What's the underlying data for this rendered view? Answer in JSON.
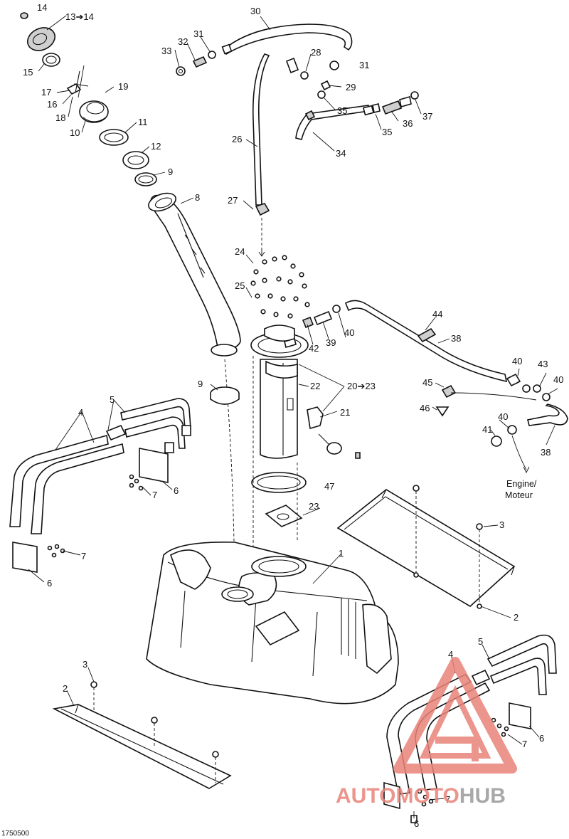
{
  "figure_id": "1750500",
  "engine_label_line1": "Engine/",
  "engine_label_line2": "Moteur",
  "watermark": {
    "part1": "AUTOMOTO",
    "part2": "HUB",
    "color_primary": "#e8837a",
    "color_secondary": "#9a9a9a"
  },
  "callouts": {
    "c14": "14",
    "c13": "13➔14",
    "c15": "15",
    "c17": "17",
    "c16": "16",
    "c18": "18",
    "c19": "19",
    "c10": "10",
    "c11": "11",
    "c12": "12",
    "c9a": "9",
    "c8": "8",
    "c30": "30",
    "c33": "33",
    "c32": "32",
    "c31a": "31",
    "c28": "28",
    "c31b": "31",
    "c29": "29",
    "c35a": "35",
    "c35b": "35",
    "c36": "36",
    "c37": "37",
    "c34": "34",
    "c26": "26",
    "c27": "27",
    "c24": "24",
    "c25": "25",
    "c42": "42",
    "c39": "39",
    "c40a": "40",
    "c44": "44",
    "c38a": "38",
    "c22": "22",
    "c20": "20➔23",
    "c21": "21",
    "c9b": "9",
    "c45": "45",
    "c46": "46",
    "c40b": "40",
    "c43": "43",
    "c40c": "40",
    "c40d": "40",
    "c41": "41",
    "c38b": "38",
    "c4a": "4",
    "c5a": "5",
    "c6a": "6",
    "c7a": "7",
    "c7b": "7",
    "c6b": "6",
    "c47": "47",
    "c23": "23",
    "c3a": "3",
    "c1": "1",
    "c2a": "2",
    "c3b": "3",
    "c2b": "2",
    "c4b": "4",
    "c5b": "5",
    "c6c": "6",
    "c7c": "7",
    "c7d": "7",
    "c6d": "6"
  }
}
